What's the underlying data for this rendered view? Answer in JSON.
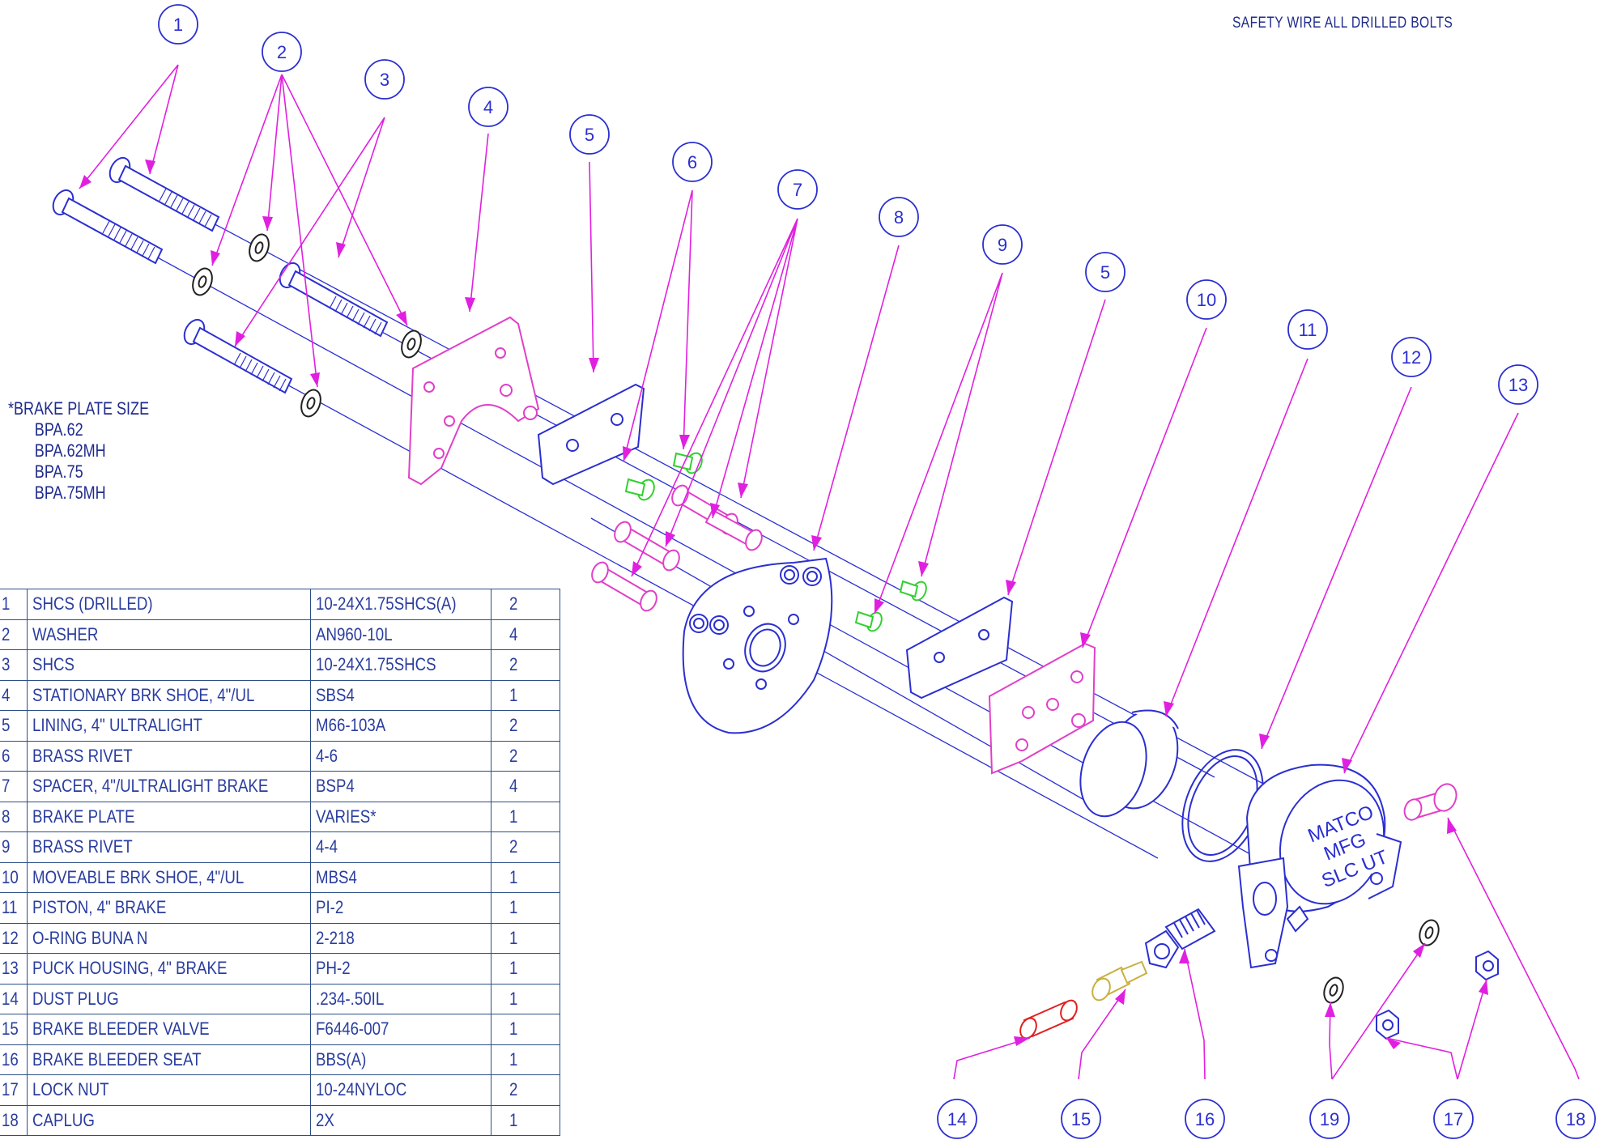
{
  "notes": {
    "safety": "SAFETY WIRE ALL DRILLED BOLTS",
    "plate_size_title": "*BRAKE PLATE SIZE",
    "plate_sizes": [
      "BPA.62",
      "BPA.62MH",
      "BPA.75",
      "BPA.75MH"
    ]
  },
  "housing_stamp": [
    "MATCO",
    "MFG",
    "SLC UT"
  ],
  "callouts": [
    "1",
    "2",
    "3",
    "4",
    "5",
    "6",
    "7",
    "8",
    "9",
    "5",
    "10",
    "11",
    "12",
    "13",
    "14",
    "15",
    "16",
    "19",
    "17",
    "18"
  ],
  "bom": [
    {
      "item": "1",
      "description": "SHCS (DRILLED)",
      "part": "10-24X1.75SHCS(A)",
      "qty": "2"
    },
    {
      "item": "2",
      "description": "WASHER",
      "part": "AN960-10L",
      "qty": "4"
    },
    {
      "item": "3",
      "description": "SHCS",
      "part": "10-24X1.75SHCS",
      "qty": "2"
    },
    {
      "item": "4",
      "description": "STATIONARY BRK SHOE, 4\"/UL",
      "part": "SBS4",
      "qty": "1"
    },
    {
      "item": "5",
      "description": "LINING, 4\" ULTRALIGHT",
      "part": "M66-103A",
      "qty": "2"
    },
    {
      "item": "6",
      "description": "BRASS RIVET",
      "part": "4-6",
      "qty": "2"
    },
    {
      "item": "7",
      "description": "SPACER, 4\"/ULTRALIGHT BRAKE",
      "part": "BSP4",
      "qty": "4"
    },
    {
      "item": "8",
      "description": "BRAKE PLATE",
      "part": "VARIES*",
      "qty": "1"
    },
    {
      "item": "9",
      "description": "BRASS RIVET",
      "part": "4-4",
      "qty": "2"
    },
    {
      "item": "10",
      "description": "MOVEABLE BRK SHOE, 4\"/UL",
      "part": "MBS4",
      "qty": "1"
    },
    {
      "item": "11",
      "description": "PISTON, 4\" BRAKE",
      "part": "PI-2",
      "qty": "1"
    },
    {
      "item": "12",
      "description": "O-RING BUNA N",
      "part": "2-218",
      "qty": "1"
    },
    {
      "item": "13",
      "description": "PUCK HOUSING, 4\" BRAKE",
      "part": "PH-2",
      "qty": "1"
    },
    {
      "item": "14",
      "description": "DUST PLUG",
      "part": ".234-.50IL",
      "qty": "1"
    },
    {
      "item": "15",
      "description": "BRAKE BLEEDER VALVE",
      "part": "F6446-007",
      "qty": "1"
    },
    {
      "item": "16",
      "description": "BRAKE BLEEDER SEAT",
      "part": "BBS(A)",
      "qty": "1"
    },
    {
      "item": "17",
      "description": "LOCK NUT",
      "part": "10-24NYLOC",
      "qty": "2"
    },
    {
      "item": "18",
      "description": "CAPLUG",
      "part": "2X",
      "qty": "1"
    }
  ],
  "colors": {
    "line_blue": "#2b2fd0",
    "leader_magenta": "#e020e0",
    "part_pink": "#e040c8",
    "rivet_green": "#30d030",
    "dust_plug_red": "#e02020",
    "valve_yellow": "#c8b040",
    "table_blue": "#2d4f86",
    "text_blue": "#2a3d9e"
  }
}
